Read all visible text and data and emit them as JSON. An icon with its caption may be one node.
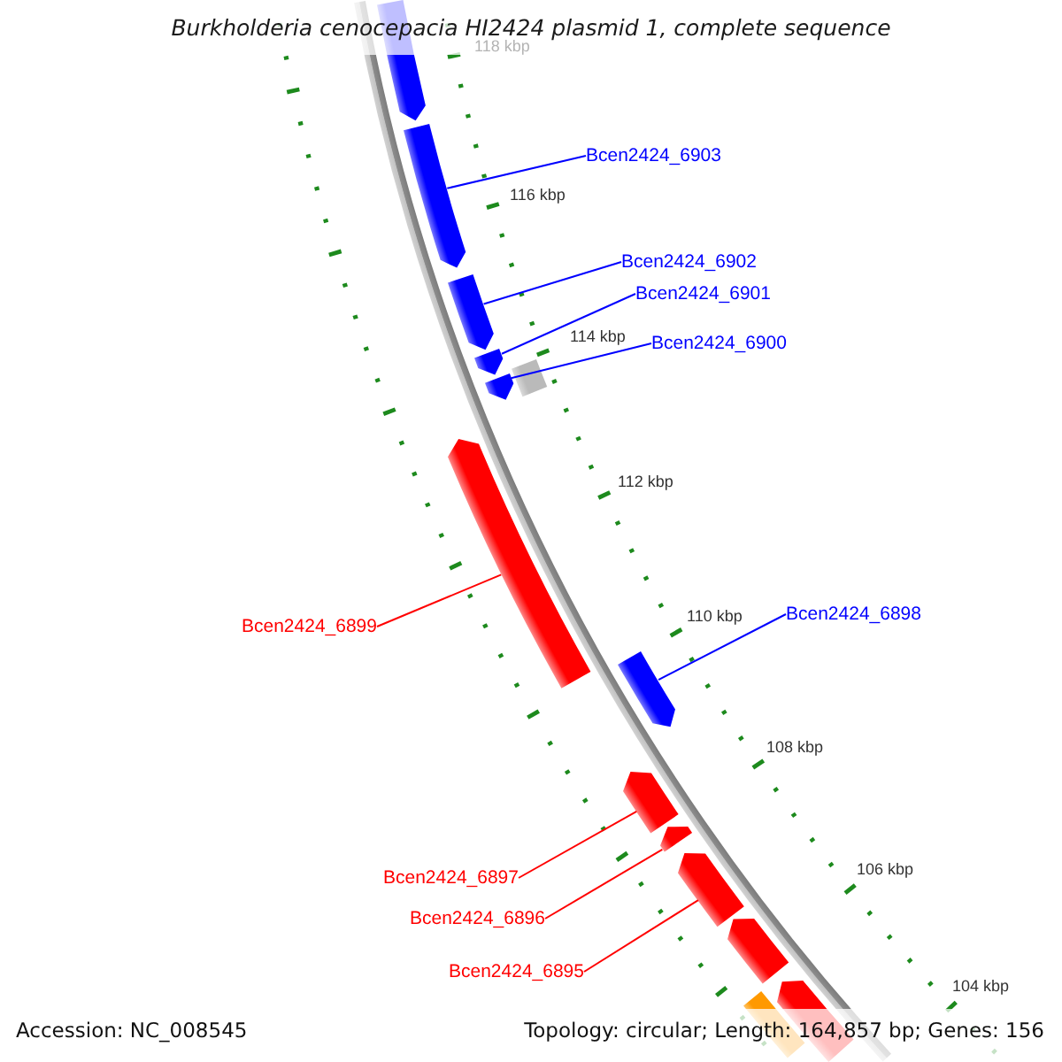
{
  "diagram": {
    "title": "Burkholderia cenocepacia HI2424 plasmid 1, complete sequence",
    "nodes": [
      {
        "text": [],
        "shape": "arrow"
      },
      {
        "text": [],
        "shape": "arrow"
      },
      {
        "text": [],
        "shape": "arrow"
      },
      {
        "text": [],
        "shape": "arrow"
      },
      {
        "text": [],
        "shape": "box"
      },
      {
        "text": [],
        "shape": "arrow"
      },
      {
        "text": [],
        "shape": "arrow"
      },
      {
        "text": [],
        "shape": "arrow"
      },
      {
        "text": [],
        "shape": "arrow"
      },
      {
        "text": [],
        "shape": "arrow"
      },
      {
        "text": [],
        "shape": "arrow"
      },
      {
        "text": [],
        "shape": "arrow"
      },
      {
        "text": [],
        "shape": "arrow"
      },
      {
        "text": [],
        "shape": "bar"
      },
      {
        "text": [
          "Bcen2424_6903"
        ]
      },
      {
        "text": [
          "Bcen2424_6902"
        ]
      },
      {
        "text": [
          "Bcen2424_6901"
        ]
      },
      {
        "text": [
          "Bcen2424_6900"
        ]
      },
      {
        "text": [
          "Bcen2424_6899"
        ]
      },
      {
        "text": [
          "Bcen2424_6898"
        ]
      },
      {
        "text": [
          "Bcen2424_6897"
        ]
      },
      {
        "text": [
          "Bcen2424_6896"
        ]
      },
      {
        "text": [
          "Bcen2424_6895"
        ]
      }
    ],
    "edges": [
      {
        "from": 14,
        "to": 1,
        "arrow": "none"
      },
      {
        "from": 15,
        "to": 2,
        "arrow": "none"
      },
      {
        "from": 16,
        "to": 3,
        "arrow": "none"
      },
      {
        "from": 17,
        "to": 5,
        "arrow": "none"
      },
      {
        "from": 18,
        "to": 6,
        "arrow": "none",
        "color": "#ff0000"
      },
      {
        "from": 19,
        "to": 7,
        "arrow": "none"
      },
      {
        "from": 20,
        "to": 8,
        "arrow": "none",
        "color": "#ff0000"
      },
      {
        "from": 21,
        "to": 9,
        "arrow": "none",
        "color": "#ff0000"
      },
      {
        "from": 22,
        "to": 10,
        "arrow": "none",
        "color": "#ff0000"
      }
    ],
    "labels": [
      "118 kbp",
      "116 kbp",
      "114 kbp",
      "112 kbp",
      "110 kbp",
      "108 kbp",
      "106 kbp",
      "104 kbp",
      "Accession: NC_008545",
      "Topology: circular; Length: 164,857 bp; Genes: 156"
    ]
  }
}
